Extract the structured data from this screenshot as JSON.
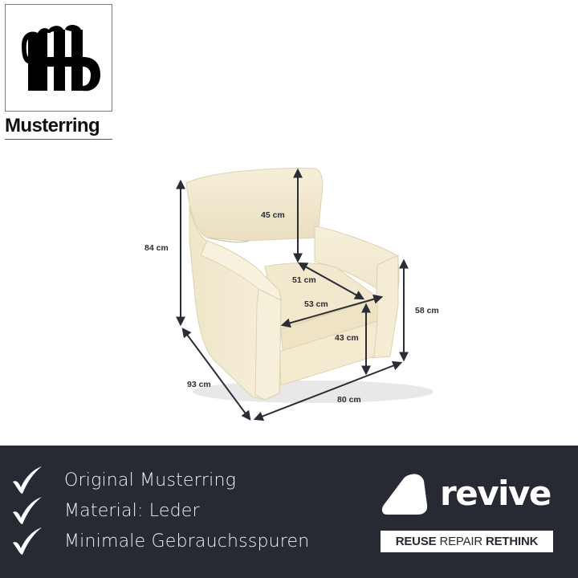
{
  "brand": {
    "name": "Musterring",
    "logo_icon": "musterring-monogram-icon"
  },
  "product": {
    "type": "armchair",
    "color": "#efe6cc",
    "dimensions": {
      "height_total": "84 cm",
      "backrest_height": "45 cm",
      "seat_depth": "51 cm",
      "seat_width": "53 cm",
      "seat_height": "43 cm",
      "armrest_height": "58 cm",
      "depth": "93 cm",
      "width": "80 cm"
    }
  },
  "features": {
    "icon": "checkmark-icon",
    "items": [
      {
        "label": "Original Musterring"
      },
      {
        "label": "Material: Leder"
      },
      {
        "label": "Minimale Gebrauchsspuren"
      }
    ]
  },
  "revive": {
    "wordmark": "revive",
    "tagline": {
      "part1": "REUSE",
      "part2": "REPAIR",
      "part3": "RETHINK"
    }
  },
  "colors": {
    "footer_bg": "#272a33",
    "text_dark": "#2a2d35",
    "white": "#ffffff",
    "leather": "#efe6cc"
  }
}
